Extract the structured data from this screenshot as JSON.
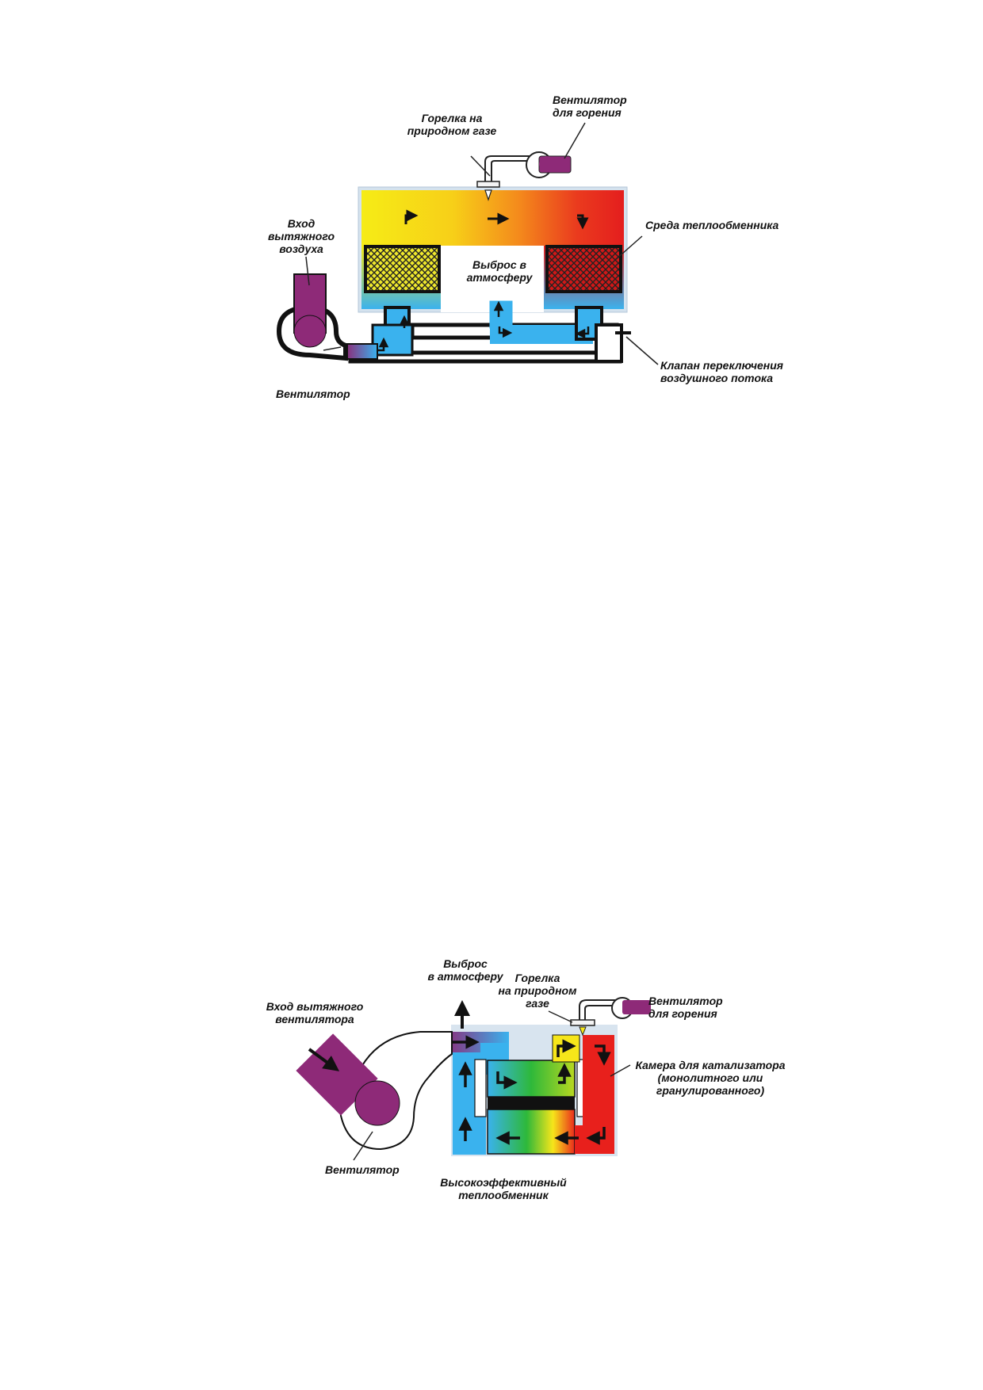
{
  "figure_top": {
    "labels": {
      "burner": "Горелка на\nприродном газе",
      "combustion_fan": "Вентилятор\nдля горения",
      "exhaust_inlet": "Вход\nвытяжного\nвоздуха",
      "heat_media": "Среда теплообменника",
      "atmosphere": "Выброс в\nатмосферу",
      "fan": "Вентилятор",
      "valve": "Клапан переключения\nвоздушного потока"
    }
  },
  "figure_bottom": {
    "labels": {
      "atmosphere": "Выброс\nв атмосферу",
      "burner": "Горелка\nна природном\nгазе",
      "combustion_fan": "Вентилятор\nдля горения",
      "exhaust_inlet": "Вход вытяжного\nвентилятора",
      "catalyst_chamber": "Камера для катализатора\n(монолитного или\nгранулированного)",
      "fan": "Вентилятор",
      "heat_exchanger": "Высокоэффективный\nтеплообменник"
    }
  },
  "colors": {
    "cold": "#3bb0ee",
    "warm": "#f6e61a",
    "hot": "#e8201c",
    "fan": "#8e2a78",
    "green": "#2eb83a",
    "media_box": "#cfe0ef"
  }
}
